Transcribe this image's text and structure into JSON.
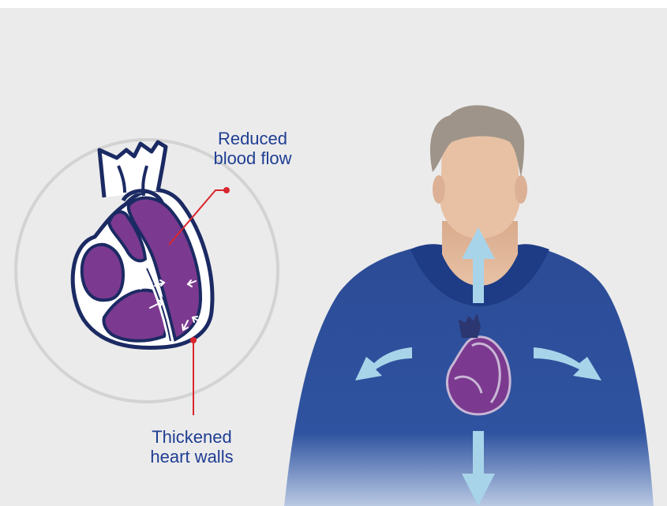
{
  "labels": {
    "reduced_line1": "Reduced",
    "reduced_line2": "blood flow",
    "thickened_line1": "Thickened",
    "thickened_line2": "heart walls"
  },
  "colors": {
    "background": "#ebebeb",
    "label_text": "#1f3e93",
    "heart_outline": "#1b2a63",
    "heart_fill": "#7b3a8f",
    "leader_line": "#d9262e",
    "sweater": "#2c4b96",
    "skin": "#e8c1a4",
    "hair": "#9e9489",
    "arrow": "#a8d4ea"
  },
  "icons": {
    "arrows": [
      "arrow-up-icon",
      "arrow-down-icon",
      "arrow-left-curved-icon",
      "arrow-right-curved-icon"
    ],
    "small_arrows": "wall-arrow-icon"
  }
}
